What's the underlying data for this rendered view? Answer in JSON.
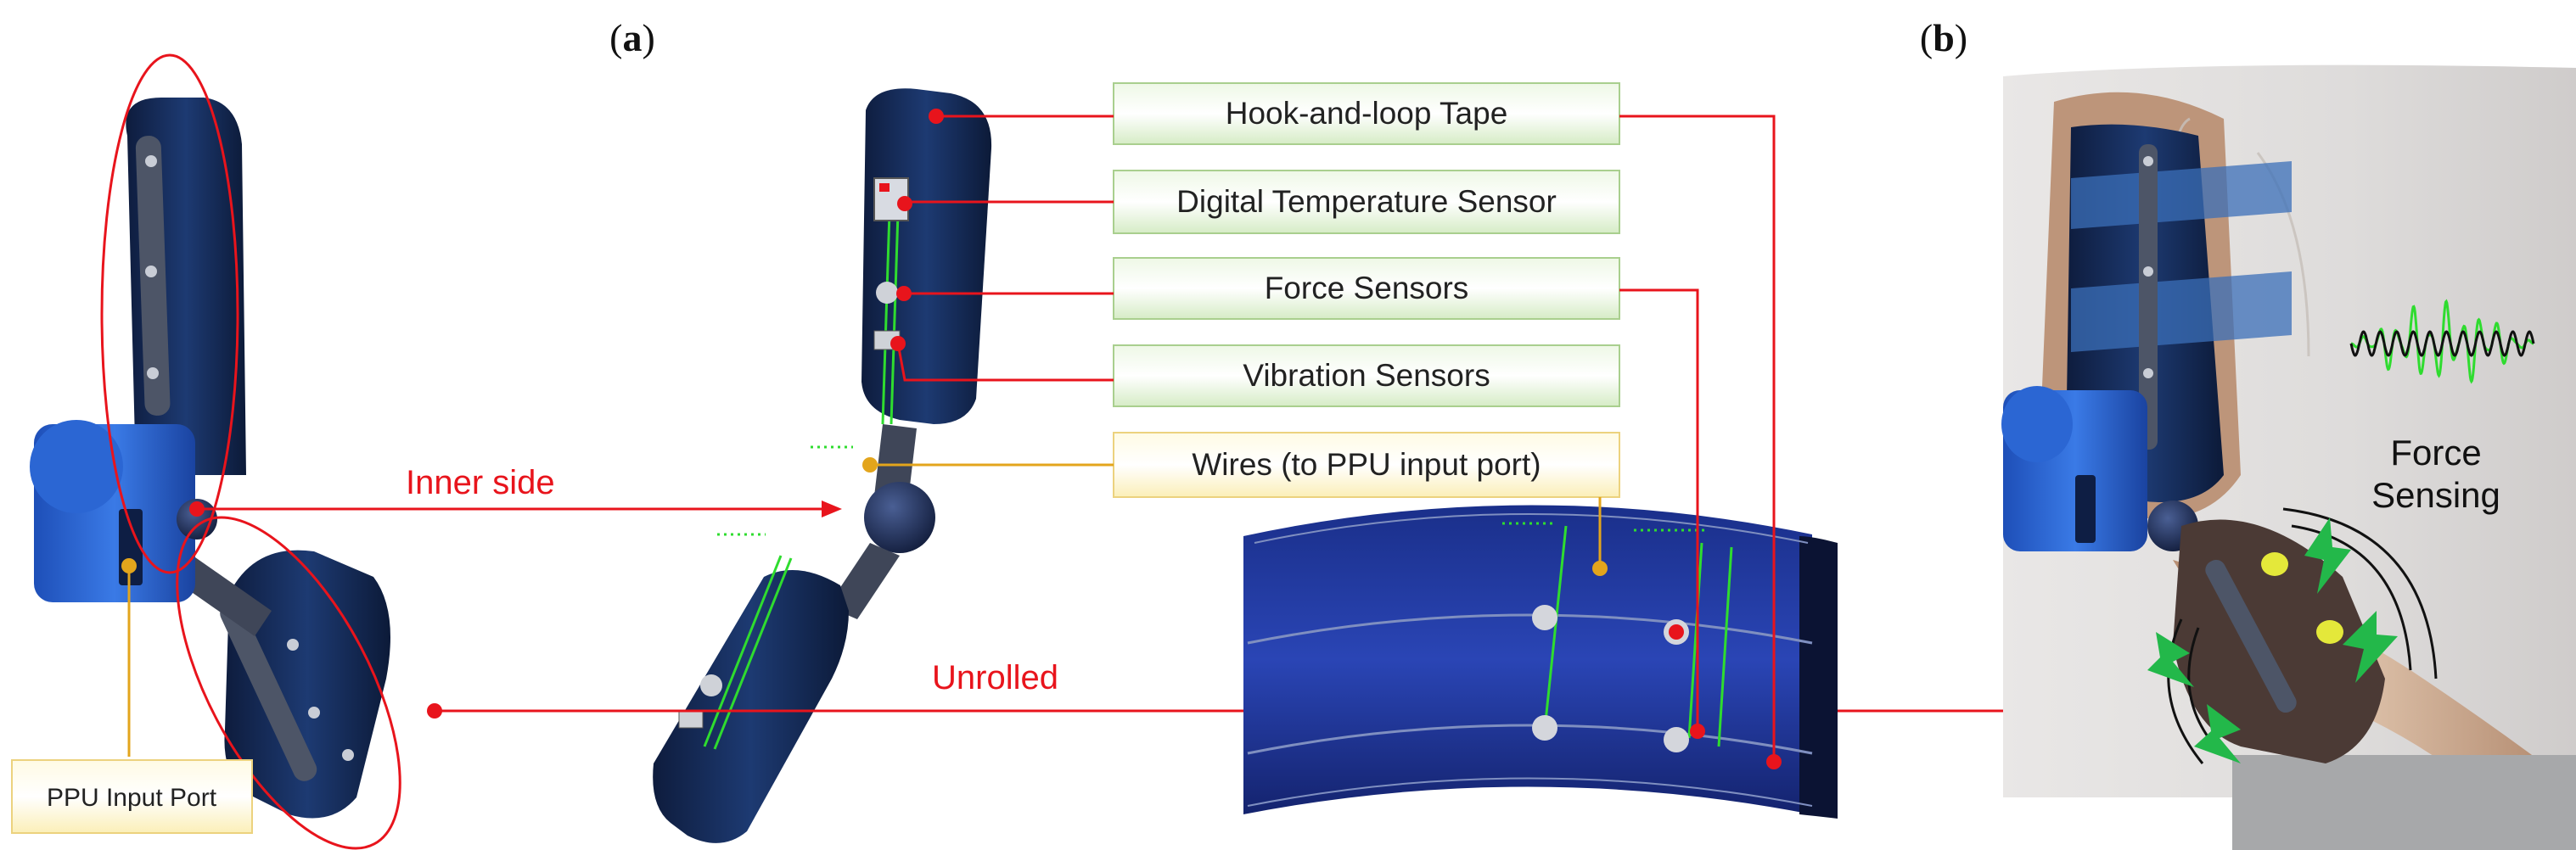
{
  "panels": {
    "a": "a",
    "b": "b"
  },
  "labels": {
    "hook_loop": "Hook-and-loop Tape",
    "temp_sensor": "Digital Temperature Sensor",
    "force_sensors": "Force Sensors",
    "vibration_sensors": "Vibration Sensors",
    "wires": "Wires (to PPU input port)",
    "ppu_port": "PPU Input Port",
    "inner_side": "Inner side",
    "unrolled": "Unrolled",
    "force_sensing_1": "Force",
    "force_sensing_2": "Sensing"
  },
  "colors": {
    "red": "#e8141c",
    "orange": "#e3a51c",
    "green_box_fill": "#dff0d2",
    "green_box_border": "#a9cf8e",
    "yellow_box_fill": "#fdf4c8",
    "yellow_box_border": "#ecd27e",
    "brace_navy": "#172d5c",
    "brace_blue": "#2457c4",
    "signal_green": "#2fdc2f"
  }
}
